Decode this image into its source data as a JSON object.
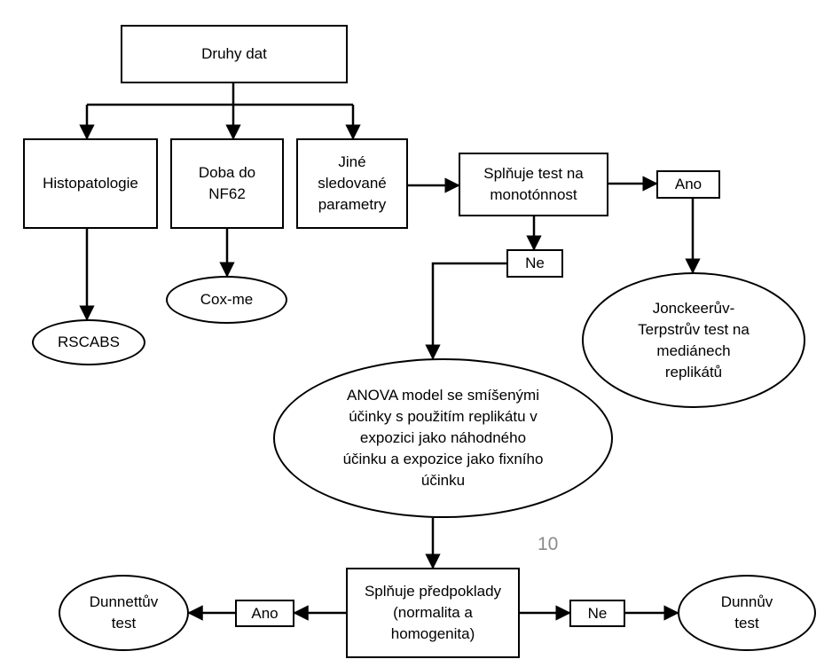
{
  "nodes": {
    "root": "Druhy dat",
    "histo": "Histopatologie",
    "doba": "Doba do\nNF62",
    "jine": "Jiné\nsledované\nparametry",
    "mono": "Splňuje test na\nmonotónnost",
    "ano_top": "Ano",
    "ne_top": "Ne",
    "rscabs": "RSCABS",
    "coxme": "Cox-me",
    "jt": "Jonckeerův-\nTerpstrův test na\nmediánech\nreplikátů",
    "anova": "ANOVA model se smíšenými\núčinky s použitím replikátu v\nexpozici jako náhodného\núčinku a expozice jako fixního\núčinku",
    "predpoklady": "Splňuje předpoklady\n(normalita a\nhomogenita)",
    "ano_bottom": "Ano",
    "ne_bottom": "Ne",
    "dunnett": "Dunnettův\ntest",
    "dunn": "Dunnův\ntest"
  },
  "page_number": "10"
}
